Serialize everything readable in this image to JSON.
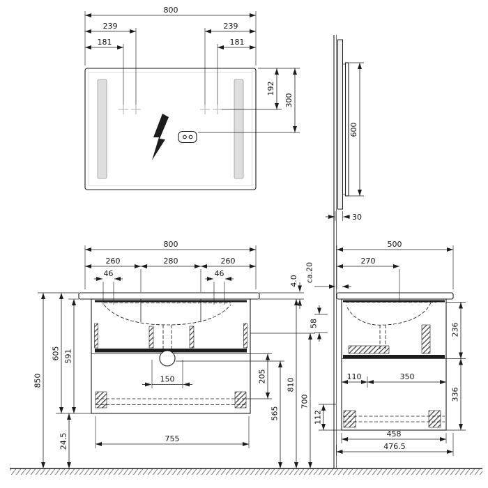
{
  "drawing": {
    "line_color": "#1c1c1c"
  },
  "mirror_front": {
    "total_width": "800",
    "offset_239_left": "239",
    "offset_239_right": "239",
    "offset_181_left": "181",
    "offset_181_right": "181",
    "depth_192": "192",
    "depth_300": "300"
  },
  "mirror_side": {
    "height_600": "600",
    "depth_30": "30"
  },
  "vanity_front": {
    "total_width": "800",
    "seg_260_left": "260",
    "seg_280_center": "280",
    "seg_260_right": "260",
    "offset_46_left": "46",
    "offset_46_right": "46",
    "top_thickness": "4.0",
    "gap_58": "58",
    "height_850": "850",
    "height_605": "605",
    "height_591": "591",
    "trap_150": "150",
    "drawer_205": "205",
    "height_565": "565",
    "height_810": "810",
    "height_700": "700",
    "inner_width_755": "755",
    "plinth_245": "24.5"
  },
  "vanity_side": {
    "total_depth": "500",
    "drain_offset_270": "270",
    "wall_gap": "ca.20",
    "upper_front_236": "236",
    "lower_front_336": "336",
    "runner_110": "110",
    "runner_350": "350",
    "back_gap_112": "112",
    "depth_458": "458",
    "depth_4765": "476.5"
  }
}
